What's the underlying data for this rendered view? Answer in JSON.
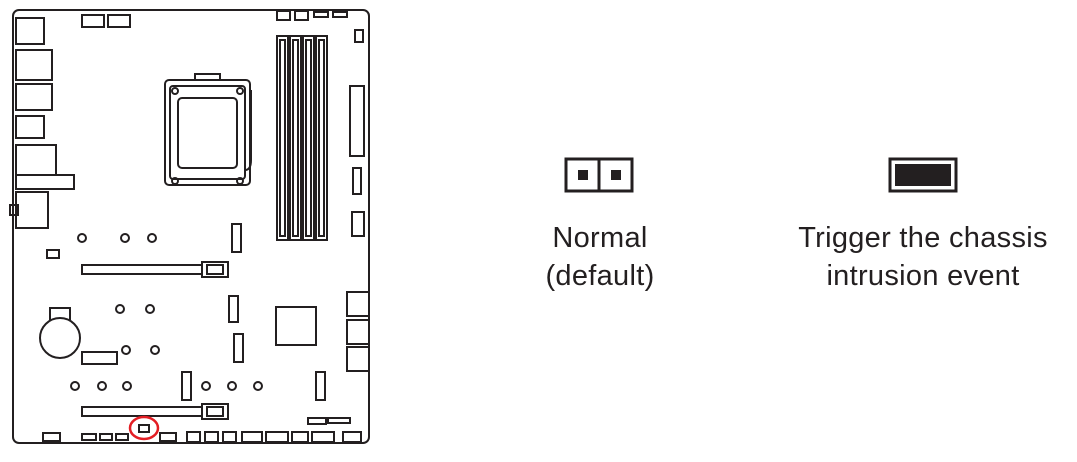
{
  "states": [
    {
      "id": "normal",
      "jumper": "open",
      "caption_lines": [
        "Normal",
        "(default)"
      ]
    },
    {
      "id": "trigger",
      "jumper": "closed",
      "caption_lines": [
        "Trigger the chassis",
        "intrusion event"
      ]
    }
  ],
  "colors": {
    "line": "#231f20",
    "highlight": "#e31e24",
    "background": "#ffffff"
  },
  "icons": {
    "board": "motherboard-diagram",
    "open": "jumper-open-icon",
    "closed": "jumper-closed-icon",
    "marker": "highlight-circle"
  }
}
